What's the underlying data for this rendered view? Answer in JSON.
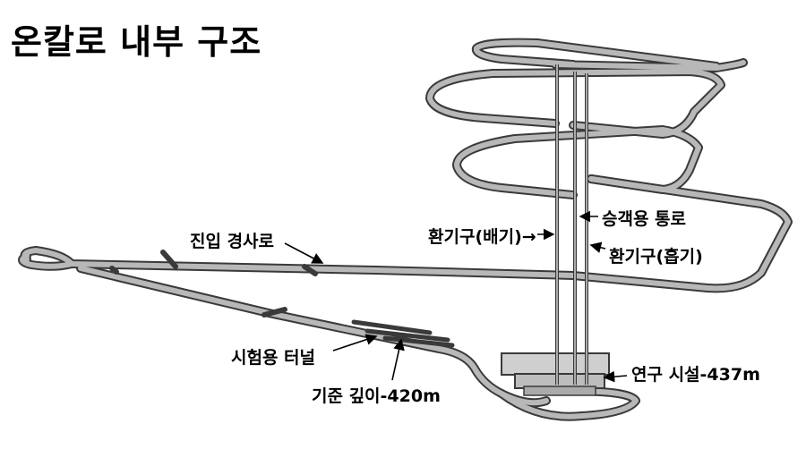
{
  "title": "온칼로 내부 구조",
  "labels": {
    "entrance_ramp": "진입 경사로",
    "exhaust_shaft": "환기구(배기)→",
    "personnel_shaft": "승객용 통로",
    "intake_shaft": "환기구(흡기)",
    "test_tunnel": "시험용 터널",
    "reference_depth": "기준 깊이-420m",
    "research_facility": "연구 시설-437m"
  },
  "colors": {
    "tunnel_fill": "#b8b8b8",
    "tunnel_edge": "#3a3a3a",
    "text": "#000000"
  }
}
